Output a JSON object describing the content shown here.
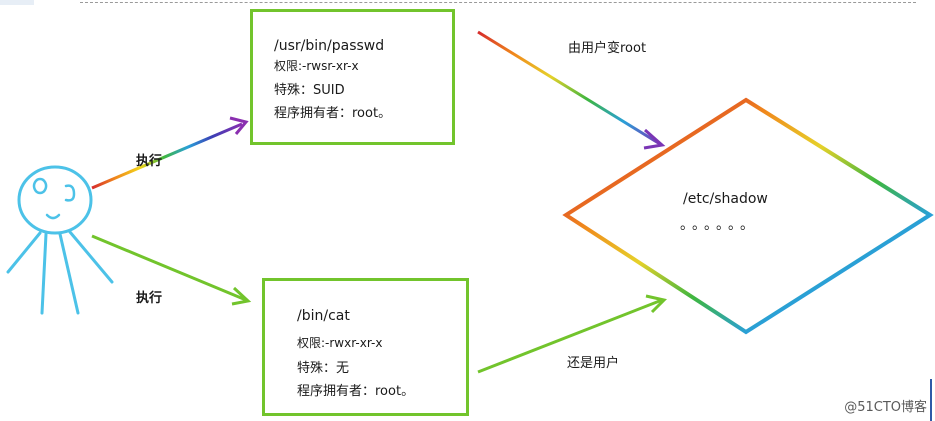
{
  "box_suid": {
    "path": "/usr/bin/passwd",
    "perm": "权限:-rwsr-xr-x",
    "special": "特殊：SUID",
    "owner": "程序拥有者：root。"
  },
  "box_cat": {
    "path": "/bin/cat",
    "perm": "权限:-rwxr-xr-x",
    "special": "特殊：无",
    "owner": "程序拥有者：root。"
  },
  "labels": {
    "exec_top": "执行",
    "exec_bottom": "执行",
    "become_root": "由用户变root",
    "still_user": "还是用户"
  },
  "target": {
    "file": "/etc/shadow",
    "dots": "。。。。。。"
  },
  "watermark": "@51CTO博客",
  "colors": {
    "green": "#72c42c",
    "stick_figure": "#4cc2e8"
  }
}
